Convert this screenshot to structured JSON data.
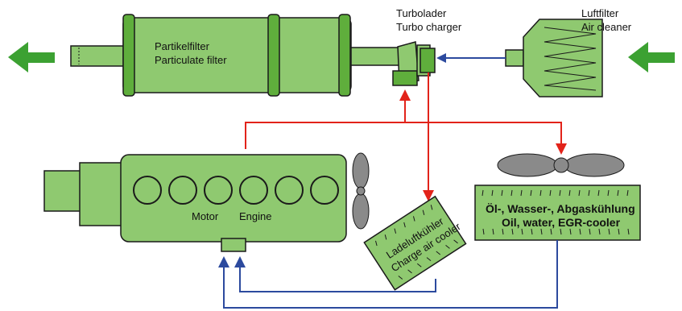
{
  "labels": {
    "particulate_filter_de": "Partikelfilter",
    "particulate_filter_en": "Particulate filter",
    "turbo_de": "Turbolader",
    "turbo_en": "Turbo charger",
    "air_filter_de": "Luftfilter",
    "air_filter_en": "Air cleaner",
    "motor_de": "Motor",
    "engine_en": "Engine",
    "charge_cooler_de": "Ladeluftkühler",
    "charge_cooler_en": "Charge air cooler",
    "cooler_de": "Öl-, Wasser-, Abgaskühlung",
    "cooler_en": "Oil, water, EGR-cooler"
  },
  "colors": {
    "component_fill": "#8fc970",
    "component_dark": "#5fae3c",
    "outline": "#1a1a1a",
    "flow_arrow": "#3ca132",
    "hot_line": "#e2231a",
    "cold_line": "#2c4a9e",
    "fan": "#8a8a8a"
  }
}
